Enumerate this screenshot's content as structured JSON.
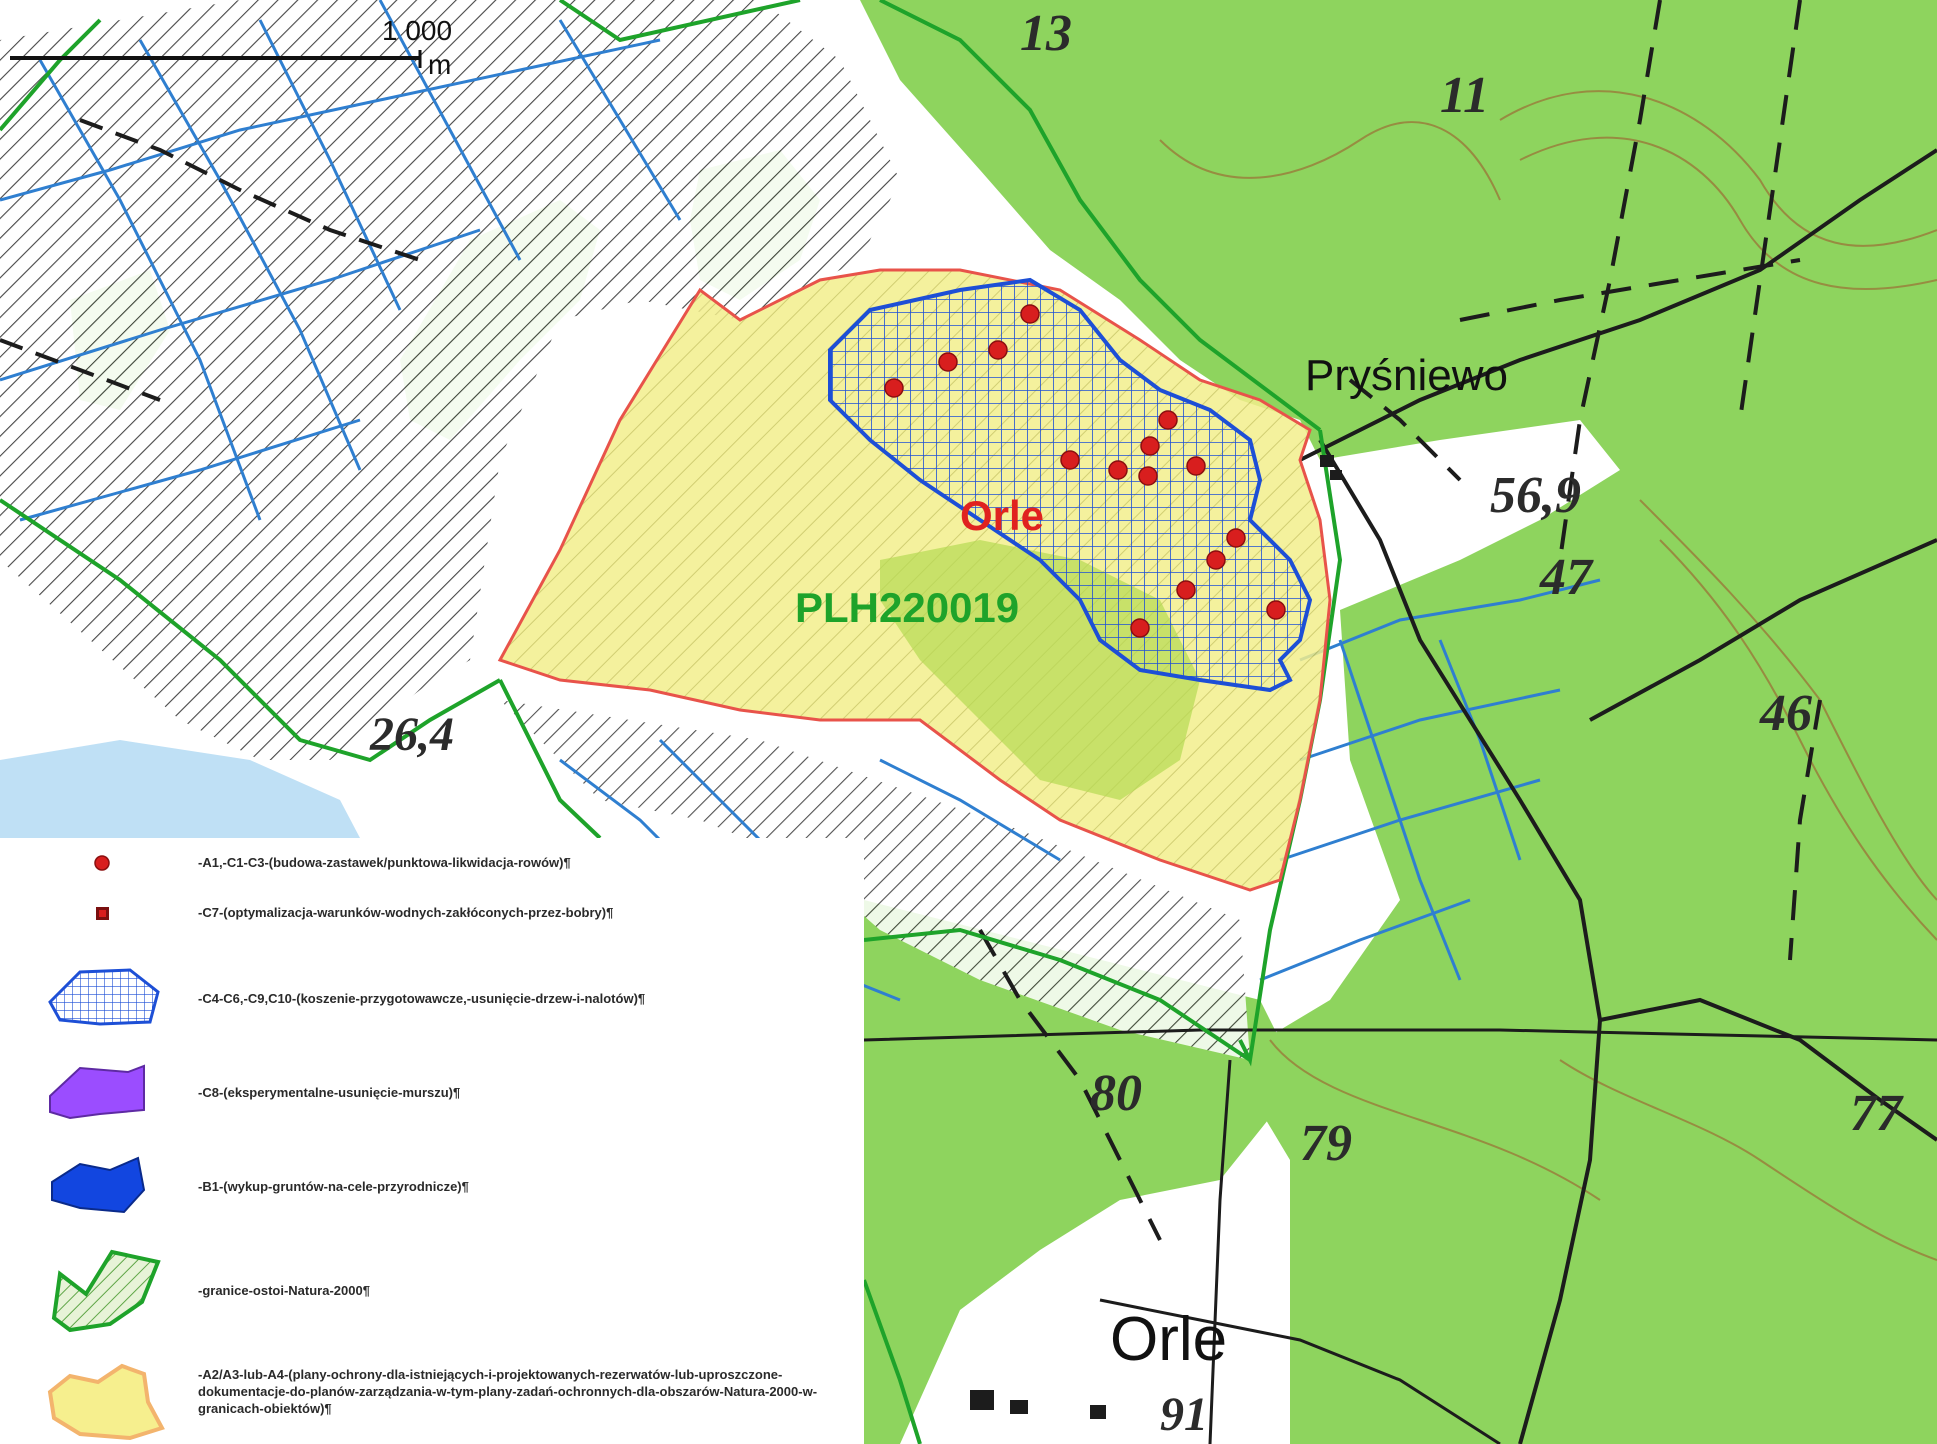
{
  "scale_bar": {
    "value": "1 000",
    "unit": "m"
  },
  "map_labels": {
    "reserve_name": "Orle",
    "natura_code": "PLH220019",
    "place_prysniewo": "Pryśniewo",
    "place_orle": "Orle",
    "elevation_1": "56,9",
    "elevation_2": "26,4",
    "forest_sections": [
      "13",
      "11",
      "47",
      "46",
      "80",
      "79",
      "77",
      "91"
    ]
  },
  "legend": {
    "items": [
      {
        "symbol": "red-dot-icon",
        "text": "-A1,-C1-C3-(budowa-zastawek/punktowa-likwidacja-rowów)¶"
      },
      {
        "symbol": "dark-red-square-icon",
        "text": "-C7-(optymalizacja-warunków-wodnych-zakłóconych-przez-bobry)¶"
      },
      {
        "symbol": "blue-grid-polygon-icon",
        "text": "-C4-C6,-C9,C10-(koszenie-przygotowawcze,-usunięcie-drzew-i-nalotów)¶"
      },
      {
        "symbol": "purple-polygon-icon",
        "text": "-C8-(eksperymentalne-usunięcie-murszu)¶"
      },
      {
        "symbol": "blue-polygon-icon",
        "text": "-B1-(wykup-gruntów-na-cele-przyrodnicze)¶"
      },
      {
        "symbol": "green-hatched-polygon-icon",
        "text": "-granice-ostoi-Natura-2000¶"
      },
      {
        "symbol": "yellow-polygon-icon",
        "text": "-A2/A3-lub-A4-(plany-ochrony-dla-istniejących-i-projektowanych-rezerwatów-lub-uproszczone-dokumentacje-do-planów-zarządzania-w-tym-plany-zadań-ochronnych-dla-obszarów-Natura-2000-w-granicach-obiektów)¶"
      }
    ]
  },
  "colors": {
    "forest": "#8ed45e",
    "meadow": "#ffffff",
    "water": "#2f7fd0",
    "natura_boundary": "#1ea32a",
    "reserve_fill": "#f2ee8c",
    "reserve_border": "#e8534a",
    "action_area": "#1d4fd6",
    "action_point": "#d81e1e",
    "contour": "#9a7a3a"
  }
}
